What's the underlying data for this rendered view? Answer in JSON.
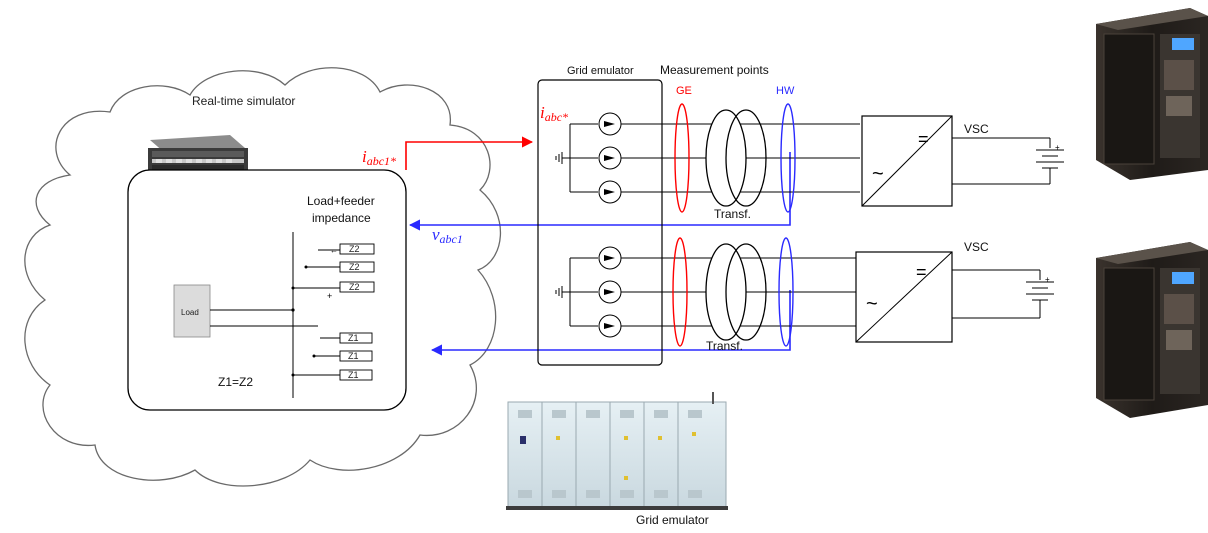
{
  "labels": {
    "realtime_simulator": "Real-time simulator",
    "grid_emulator_box": "Grid emulator",
    "measurement_points": "Measurement points",
    "ge": "GE",
    "hw": "HW",
    "vsc_top": "VSC",
    "vsc_bottom": "VSC",
    "transf_top": "Transf.",
    "transf_bottom": "Transf.",
    "load_feeder_1": "Load+feeder",
    "load_feeder_2": "impedance",
    "load": "Load",
    "z2_1": "Z2",
    "z2_2": "Z2",
    "z2_3": "Z2",
    "z1_1": "Z1",
    "z1_2": "Z1",
    "z1_3": "Z1",
    "z_eq": "Z1=Z2",
    "grid_emulator_photo": "Grid emulator",
    "i_abc1_main": "i",
    "i_abc1_sub": "abc1*",
    "i_abc_main": "i",
    "i_abc_sub": "abc*",
    "v_abc1_main": "v",
    "v_abc1_sub": "abc1",
    "tilde_top": "~",
    "equals_top": "=",
    "tilde_bottom": "~",
    "equals_bottom": "="
  },
  "colors": {
    "red_signal": "#ff0000",
    "blue_signal": "#2a2aff",
    "line": "#000000",
    "cabinet_dark": "#2b2622"
  }
}
